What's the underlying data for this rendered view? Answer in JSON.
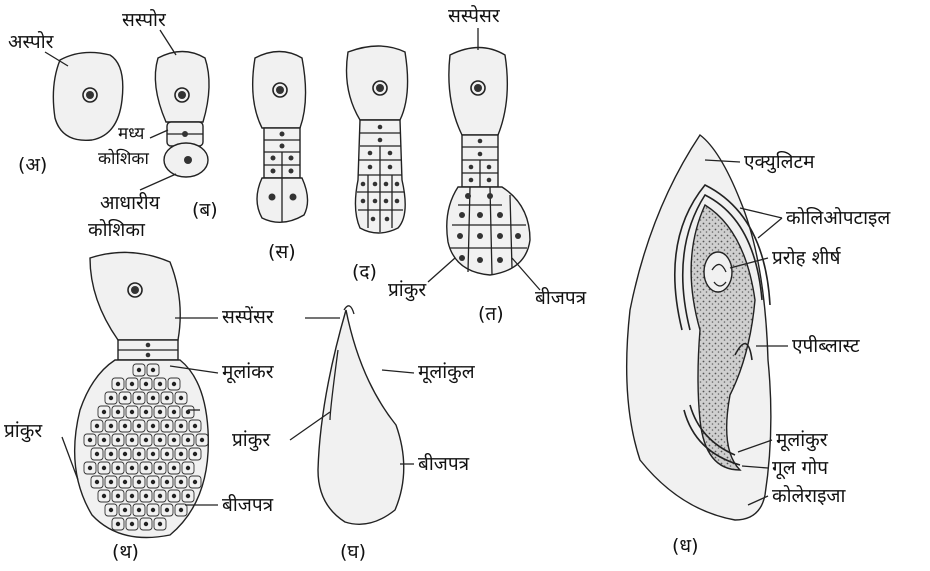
{
  "labels": {
    "asporo": "अस्पोर",
    "sasporo": "सस्पोर",
    "madhya": "मध्य",
    "koshika1": "कोशिका",
    "adharia": "आधारीय",
    "koshika2": "कोशिका",
    "sasp_top": "सस्पेसर",
    "sasp_mid": "सस्पेंसर",
    "mulankar": "मूलांकर",
    "prankur_t": "प्रांकुर",
    "beejpatra_t": "बीजपत्र",
    "prankur_th": "प्रांकुर",
    "beejpatra_th": "बीजपत्र",
    "mulankul": "मूलांकुल",
    "prankur_gh": "प्रांकुर",
    "beejpatra_gh": "बीजपत्र",
    "ekyulitam": "एक्युलिटम",
    "koliopitail": "कोलिओपटाइल",
    "praroh": "प्ररोह शीर्ष",
    "epiblast": "एपीब्लास्ट",
    "mulankur": "मूलांकुर",
    "gul_gop": "गूल गोप",
    "kolerizha": "कोलेराइजा"
  },
  "stages": {
    "a": "(अ)",
    "b": "(ब)",
    "s": "(स)",
    "d": "(द)",
    "t": "(त)",
    "th": "(थ)",
    "gh": "(घ)",
    "dh": "(ध)"
  }
}
